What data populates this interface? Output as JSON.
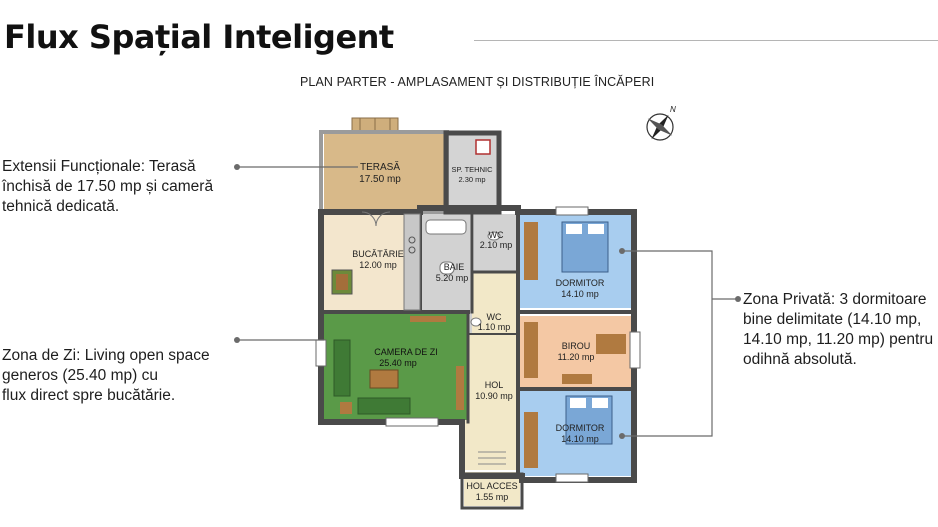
{
  "header": {
    "title": "Flux Spațial Inteligent",
    "plan_title": "PLAN PARTER - AMPLASAMENT ȘI DISTRIBUȚIE ÎNCĂPERI"
  },
  "compass": {
    "north_label": "N"
  },
  "rooms": {
    "terasa": {
      "name": "TERASĂ",
      "area": "17.50 mp",
      "color": "#d8b989"
    },
    "sp_tehnic": {
      "name": "SP. TEHNIC",
      "area": "2.30 mp",
      "color": "#d4d4d4"
    },
    "bucatarie": {
      "name": "BUCĂTĂRIE",
      "area": "12.00 mp",
      "color": "#f3e6cd"
    },
    "baie": {
      "name": "BAIE",
      "area": "5.20 mp",
      "color": "#d2d2d2"
    },
    "wc1": {
      "name": "WC",
      "area": "2.10 mp",
      "color": "#d2d2d2"
    },
    "wc2": {
      "name": "WC",
      "area": "1.10 mp",
      "color": "#d2d2d2"
    },
    "camera_de_zi": {
      "name": "CAMERA DE ZI",
      "area": "25.40 mp",
      "color": "#5a9a48"
    },
    "hol": {
      "name": "HOL",
      "area": "10.90 mp",
      "color": "#f2e8c8"
    },
    "dormitor1": {
      "name": "DORMITOR",
      "area": "14.10 mp",
      "color": "#a8cdef"
    },
    "birou": {
      "name": "BIROU",
      "area": "11.20 mp",
      "color": "#f4c8a4"
    },
    "dormitor2": {
      "name": "DORMITOR",
      "area": "14.10 mp",
      "color": "#a8cdef"
    },
    "hol_acces": {
      "name": "HOL ACCES",
      "area": "1.55 mp",
      "color": "#f2e8c8"
    }
  },
  "callouts": {
    "extensions": "Extensii Funcționale: Terasă\nînchisă de 17.50 mp și cameră\ntehnică dedicată.",
    "day_zone": "Zona de Zi: Living open space\ngeneros (25.40 mp) cu\nflux direct spre bucătărie.",
    "private_zone": "Zona Privată: 3 dormitoare\nbine delimitate (14.10 mp,\n14.10 mp, 11.20 mp) pentru\nodihnă absolută."
  },
  "colors": {
    "wall": "#4a4a4a",
    "connector": "#6b6b6b"
  }
}
